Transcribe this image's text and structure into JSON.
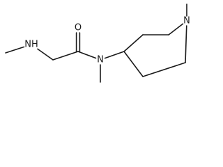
{
  "structure": {
    "atoms": [
      {
        "id": "a1",
        "symbol": "C",
        "label": ""
      },
      {
        "id": "a2",
        "symbol": "N",
        "label": "NH"
      },
      {
        "id": "a3",
        "symbol": "C",
        "label": ""
      },
      {
        "id": "a4",
        "symbol": "C",
        "label": ""
      },
      {
        "id": "a5",
        "symbol": "O",
        "label": "O"
      },
      {
        "id": "a6",
        "symbol": "N",
        "label": "N"
      },
      {
        "id": "a7",
        "symbol": "C",
        "label": ""
      },
      {
        "id": "a8",
        "symbol": "C",
        "label": ""
      },
      {
        "id": "a9",
        "symbol": "C",
        "label": ""
      },
      {
        "id": "a10",
        "symbol": "C",
        "label": ""
      },
      {
        "id": "a11",
        "symbol": "N",
        "label": "N"
      },
      {
        "id": "a12",
        "symbol": "C",
        "label": ""
      },
      {
        "id": "a13",
        "symbol": "C",
        "label": ""
      },
      {
        "id": "a14",
        "symbol": "C",
        "label": ""
      }
    ],
    "bonds": [
      {
        "from": "a1",
        "to": "a2",
        "order": 1
      },
      {
        "from": "a2",
        "to": "a3",
        "order": 1
      },
      {
        "from": "a3",
        "to": "a4",
        "order": 1
      },
      {
        "from": "a4",
        "to": "a5",
        "order": 2
      },
      {
        "from": "a4",
        "to": "a6",
        "order": 1
      },
      {
        "from": "a6",
        "to": "a7",
        "order": 1
      },
      {
        "from": "a6",
        "to": "a8",
        "order": 1
      },
      {
        "from": "a8",
        "to": "a9",
        "order": 1
      },
      {
        "from": "a9",
        "to": "a10",
        "order": 1
      },
      {
        "from": "a10",
        "to": "a11",
        "order": 1
      },
      {
        "from": "a11",
        "to": "a12",
        "order": 1
      },
      {
        "from": "a11",
        "to": "a13",
        "order": 1
      },
      {
        "from": "a13",
        "to": "a14",
        "order": 1
      },
      {
        "from": "a14",
        "to": "a8",
        "order": 1
      }
    ]
  }
}
